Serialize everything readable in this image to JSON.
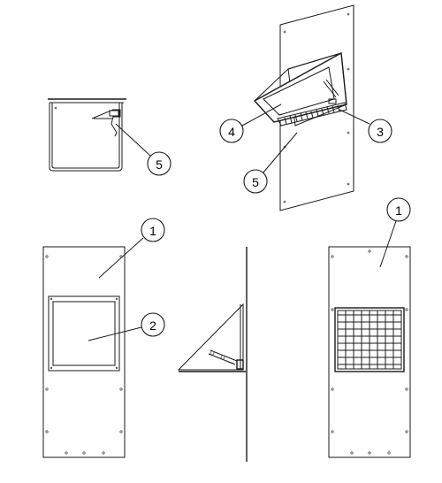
{
  "callouts": {
    "c_top_left_5": "5",
    "c_top_right_4": "4",
    "c_top_right_3": "3",
    "c_top_right_5": "5",
    "c_bottom_left_1": "1",
    "c_bottom_left_2": "2",
    "c_bottom_right_1": "1"
  }
}
